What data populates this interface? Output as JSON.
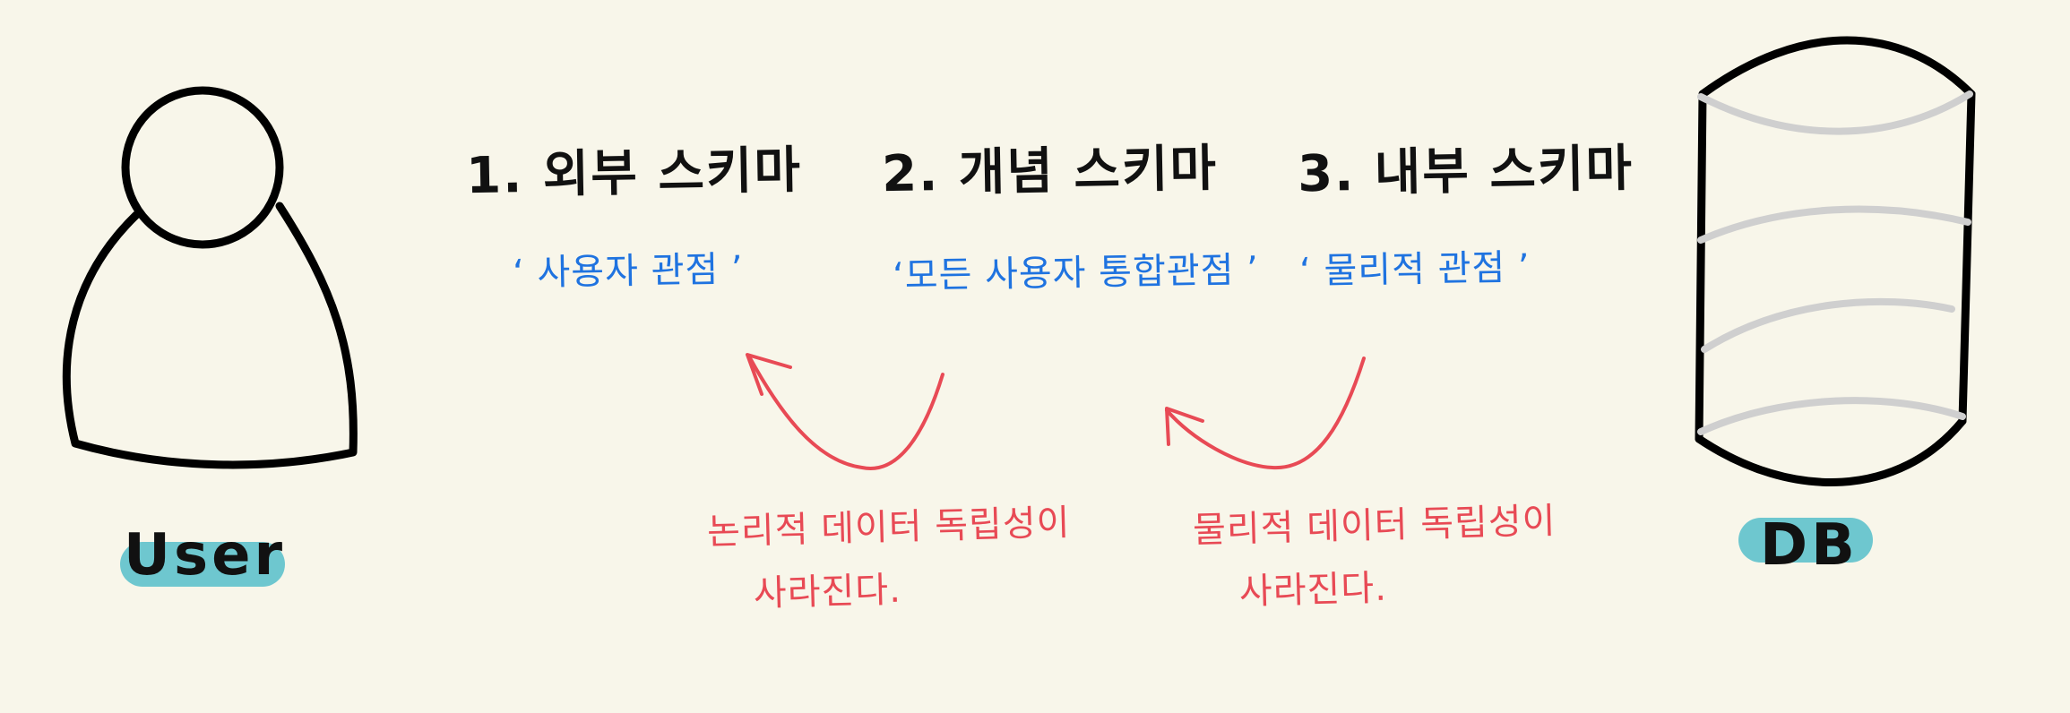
{
  "schemas": [
    {
      "title": "1. 외부 스키마",
      "subtitle": "‘ 사용자 관점 ’"
    },
    {
      "title": "2. 개념 스키마",
      "subtitle": "‘모든 사용자 통합관점 ’"
    },
    {
      "title": "3. 내부 스키마",
      "subtitle": "‘ 물리적 관점 ’"
    }
  ],
  "notes": [
    {
      "line1": "논리적 데이터 독립성이",
      "line2": "사라진다."
    },
    {
      "line1": "물리적 데이터 독립성이",
      "line2": "사라진다."
    }
  ],
  "entities": {
    "user_label": "User",
    "db_label": "DB"
  },
  "colors": {
    "background": "#f8f6ea",
    "title": "#111111",
    "subtitle_blue": "#1f73e0",
    "note_red": "#e84a55",
    "highlight_teal": "#6ec7cf",
    "db_stripes": "#cfcfcf"
  }
}
